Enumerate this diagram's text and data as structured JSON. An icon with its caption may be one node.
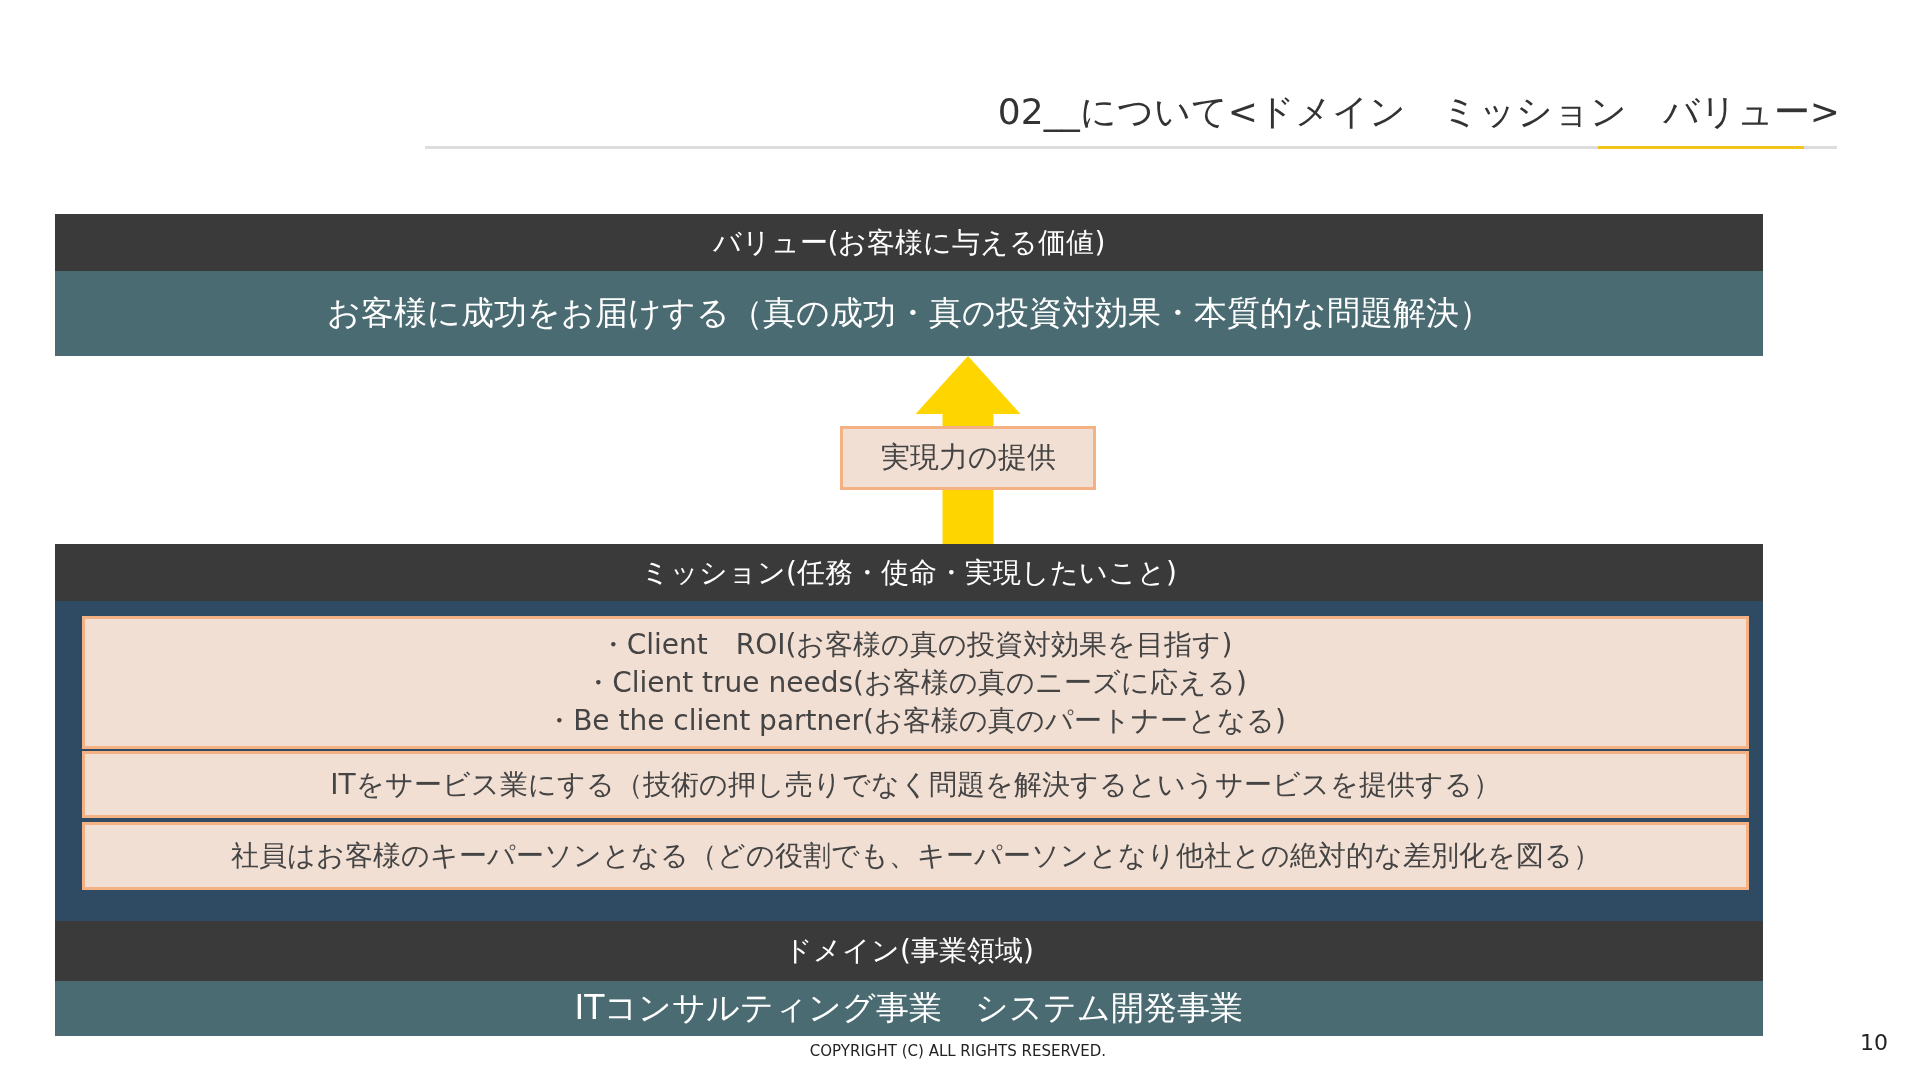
{
  "diagram": {
    "title": "02__について<ドメイン　ミッション　バリュー>",
    "nodes": [
      {
        "text": [
          "バリュー(お客様に与える価値)",
          "お客様に成功をお届けする（真の成功・真の投資対効果・本質的な問題解決）"
        ]
      },
      {
        "text": [
          "ミッション(任務・使命・実現したいこと)"
        ]
      },
      {
        "text": [
          "・Client　ROI(お客様の真の投資対効果を目指す)",
          "・Client true needs(お客様の真のニーズに応える)",
          "・Be the client partner(お客様の真のパートナーとなる)"
        ],
        "in": 1
      },
      {
        "text": [
          "ITをサービス業にする（技術の押し売りでなく問題を解決するというサービスを提供する）"
        ],
        "in": 1
      },
      {
        "text": [
          "社員はお客様のキーパーソンとなる（どの役割でも、キーパーソンとなり他社との絶対的な差別化を図る）"
        ],
        "in": 1
      },
      {
        "text": [
          "ドメイン(事業領域)",
          "ITコンサルティング事業　システム開発事業"
        ]
      }
    ],
    "edges": [
      {
        "from": 1,
        "to": 0,
        "arrow": "to",
        "label": "実現力の提供",
        "color": "#ffd500"
      }
    ],
    "labels": [
      "COPYRIGHT (C) ALL RIGHTS RESERVED.",
      "10"
    ]
  }
}
